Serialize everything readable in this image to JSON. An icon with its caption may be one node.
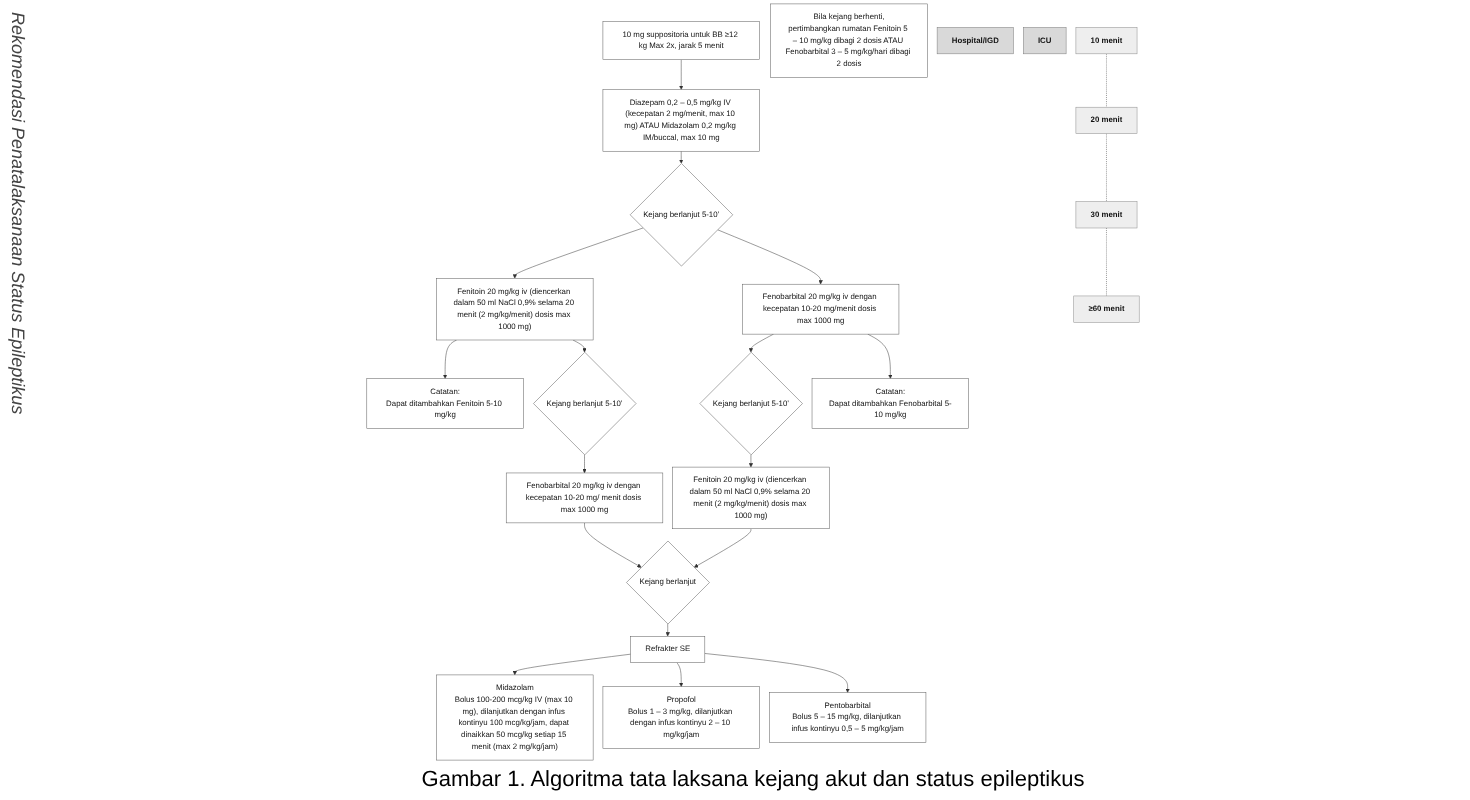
{
  "diagram": {
    "caption": "Gambar 1. Algoritma tata laksana kejang akut dan status epileptikus",
    "nodes": [
      {
        "text": [
          "10 mg suppositoria untuk BB ≥12 kg Max 2x, jarak 5 menit"
        ]
      },
      {
        "text": [
          "Diazepam 0,2 – 0,5 mg/kg IV (kecepatan 2 mg/menit, max 10 mg) ATAU Midazolam 0,2 mg/kg IM/buccal, max 10 mg"
        ]
      },
      {
        "text": [
          "Kejang berlanjut 5-10’"
        ]
      },
      {
        "text": [
          "Fenitoin 20 mg/kg iv (diencerkan dalam 50 ml NaCl 0,9% selama 20 menit (2 mg/kg/menit) dosis max 1000 mg)"
        ]
      },
      {
        "text": [
          "Fenobarbital 20 mg/kg iv dengan kecepatan 10-20 mg/menit dosis max 1000 mg"
        ]
      },
      {
        "text": [
          "Catatan:",
          "Dapat ditambahkan Fenitoin 5-10 mg/kg"
        ]
      },
      {
        "text": [
          "Kejang berlanjut 5-10’"
        ]
      },
      {
        "text": [
          "Kejang berlanjut 5-10’"
        ]
      },
      {
        "text": [
          "Catatan:",
          "Dapat ditambahkan Fenobarbital 5-10 mg/kg"
        ]
      },
      {
        "text": [
          "Fenobarbital 20 mg/kg iv dengan kecepatan 10-20 mg/ menit dosis max 1000 mg"
        ]
      },
      {
        "text": [
          "Fenitoin 20 mg/kg iv (diencerkan dalam 50 ml NaCl 0,9% selama 20 menit (2 mg/kg/menit) dosis max 1000 mg)"
        ]
      },
      {
        "text": [
          "Kejang berlanjut"
        ]
      },
      {
        "text": [
          "Refrakter SE"
        ]
      },
      {
        "text": [
          "Midazolam",
          "Bolus 100-200 mcg/kg IV (max 10 mg), dilanjutkan dengan infus kontinyu 100 mcg/kg/jam, dapat dinaikkan 50 mcg/kg setiap 15 menit (max 2 mg/kg/jam)"
        ]
      },
      {
        "text": [
          "Propofol",
          "Bolus 1 – 3 mg/kg, dilanjutkan dengan infus kontinyu 2 – 10 mg/kg/jam"
        ]
      },
      {
        "text": [
          "Pentobarbital",
          "Bolus 5 – 15 mg/kg, dilanjutkan infus kontinyu 0,5 – 5 mg/kg/jam"
        ]
      },
      {
        "text": [
          "Bila kejang berhenti,",
          "pertimbangkan rumatan Fenitoin 5 – 10 mg/kg dibagi 2 dosis ATAU Fenobarbital 3 – 5 mg/kg/hari dibagi 2 dosis"
        ]
      },
      {
        "text": [
          "Hospital/IGD"
        ]
      },
      {
        "text": [
          "ICU"
        ]
      },
      {
        "text": [
          "10 menit"
        ]
      },
      {
        "text": [
          "20 menit"
        ]
      },
      {
        "text": [
          "30 menit"
        ]
      },
      {
        "text": [
          "≥60 menit"
        ]
      }
    ],
    "edges": [
      {
        "from": 0,
        "to": 1,
        "arrow": "to"
      },
      {
        "from": 1,
        "to": 2,
        "arrow": "to"
      },
      {
        "from": 2,
        "to": 3,
        "arrow": "to"
      },
      {
        "from": 2,
        "to": 4,
        "arrow": "to"
      },
      {
        "from": 3,
        "to": 5,
        "arrow": "to"
      },
      {
        "from": 3,
        "to": 6,
        "arrow": "to"
      },
      {
        "from": 4,
        "to": 7,
        "arrow": "to"
      },
      {
        "from": 4,
        "to": 8,
        "arrow": "to"
      },
      {
        "from": 6,
        "to": 9,
        "arrow": "to"
      },
      {
        "from": 7,
        "to": 10,
        "arrow": "to"
      },
      {
        "from": 9,
        "to": 11,
        "arrow": "to"
      },
      {
        "from": 10,
        "to": 11,
        "arrow": "to"
      },
      {
        "from": 11,
        "to": 12,
        "arrow": "to"
      },
      {
        "from": 12,
        "to": 13,
        "arrow": "to"
      },
      {
        "from": 12,
        "to": 14,
        "arrow": "to"
      },
      {
        "from": 12,
        "to": 15,
        "arrow": "to"
      },
      {
        "from": 19,
        "to": 20,
        "arrow": "none",
        "style": "dashed"
      },
      {
        "from": 20,
        "to": 21,
        "arrow": "none",
        "style": "dashed"
      },
      {
        "from": 21,
        "to": 22,
        "arrow": "none",
        "style": "dashed"
      }
    ],
    "labels": [
      "Rekomendasi Penatalaksanaan Status Epileptikus"
    ]
  }
}
